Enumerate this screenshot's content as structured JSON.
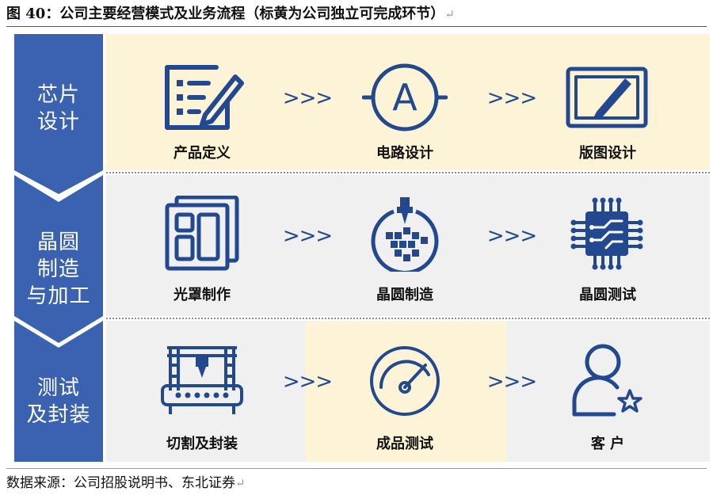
{
  "figure_title": "图 40：公司主要经营模式及业务流程（标黄为公司独立可完成环节）",
  "return_mark": "↵",
  "colors": {
    "accent_blue": "#3a62b0",
    "icon_blue": "#22498f",
    "highlight_yellow": "#fdf3d7",
    "light_gray": "#f0f0f0"
  },
  "arrow_text": ">>>",
  "stages": [
    {
      "label_lines": [
        "芯片",
        "设计"
      ],
      "steps": [
        {
          "label": "产品定义",
          "icon": "document-edit-icon",
          "highlighted": true
        },
        {
          "label": "电路设计",
          "icon": "circuit-a-icon",
          "highlighted": true
        },
        {
          "label": "版图设计",
          "icon": "tablet-pen-icon",
          "highlighted": true
        }
      ]
    },
    {
      "label_lines": [
        "晶圆",
        "制造",
        "与加工"
      ],
      "steps": [
        {
          "label": "光罩制作",
          "icon": "photomask-icon",
          "highlighted": false
        },
        {
          "label": "晶圆制造",
          "icon": "wafer-fab-icon",
          "highlighted": false
        },
        {
          "label": "晶圆测试",
          "icon": "chip-test-icon",
          "highlighted": false
        }
      ]
    },
    {
      "label_lines": [
        "测试",
        "及封装"
      ],
      "steps": [
        {
          "label": "切割及封装",
          "icon": "packaging-machine-icon",
          "highlighted": false
        },
        {
          "label": "成品测试",
          "icon": "gauge-icon",
          "highlighted": true
        },
        {
          "label": "客 户",
          "icon": "customer-icon",
          "highlighted": false
        }
      ]
    }
  ],
  "source_text": "数据来源：公司招股说明书、东北证券"
}
